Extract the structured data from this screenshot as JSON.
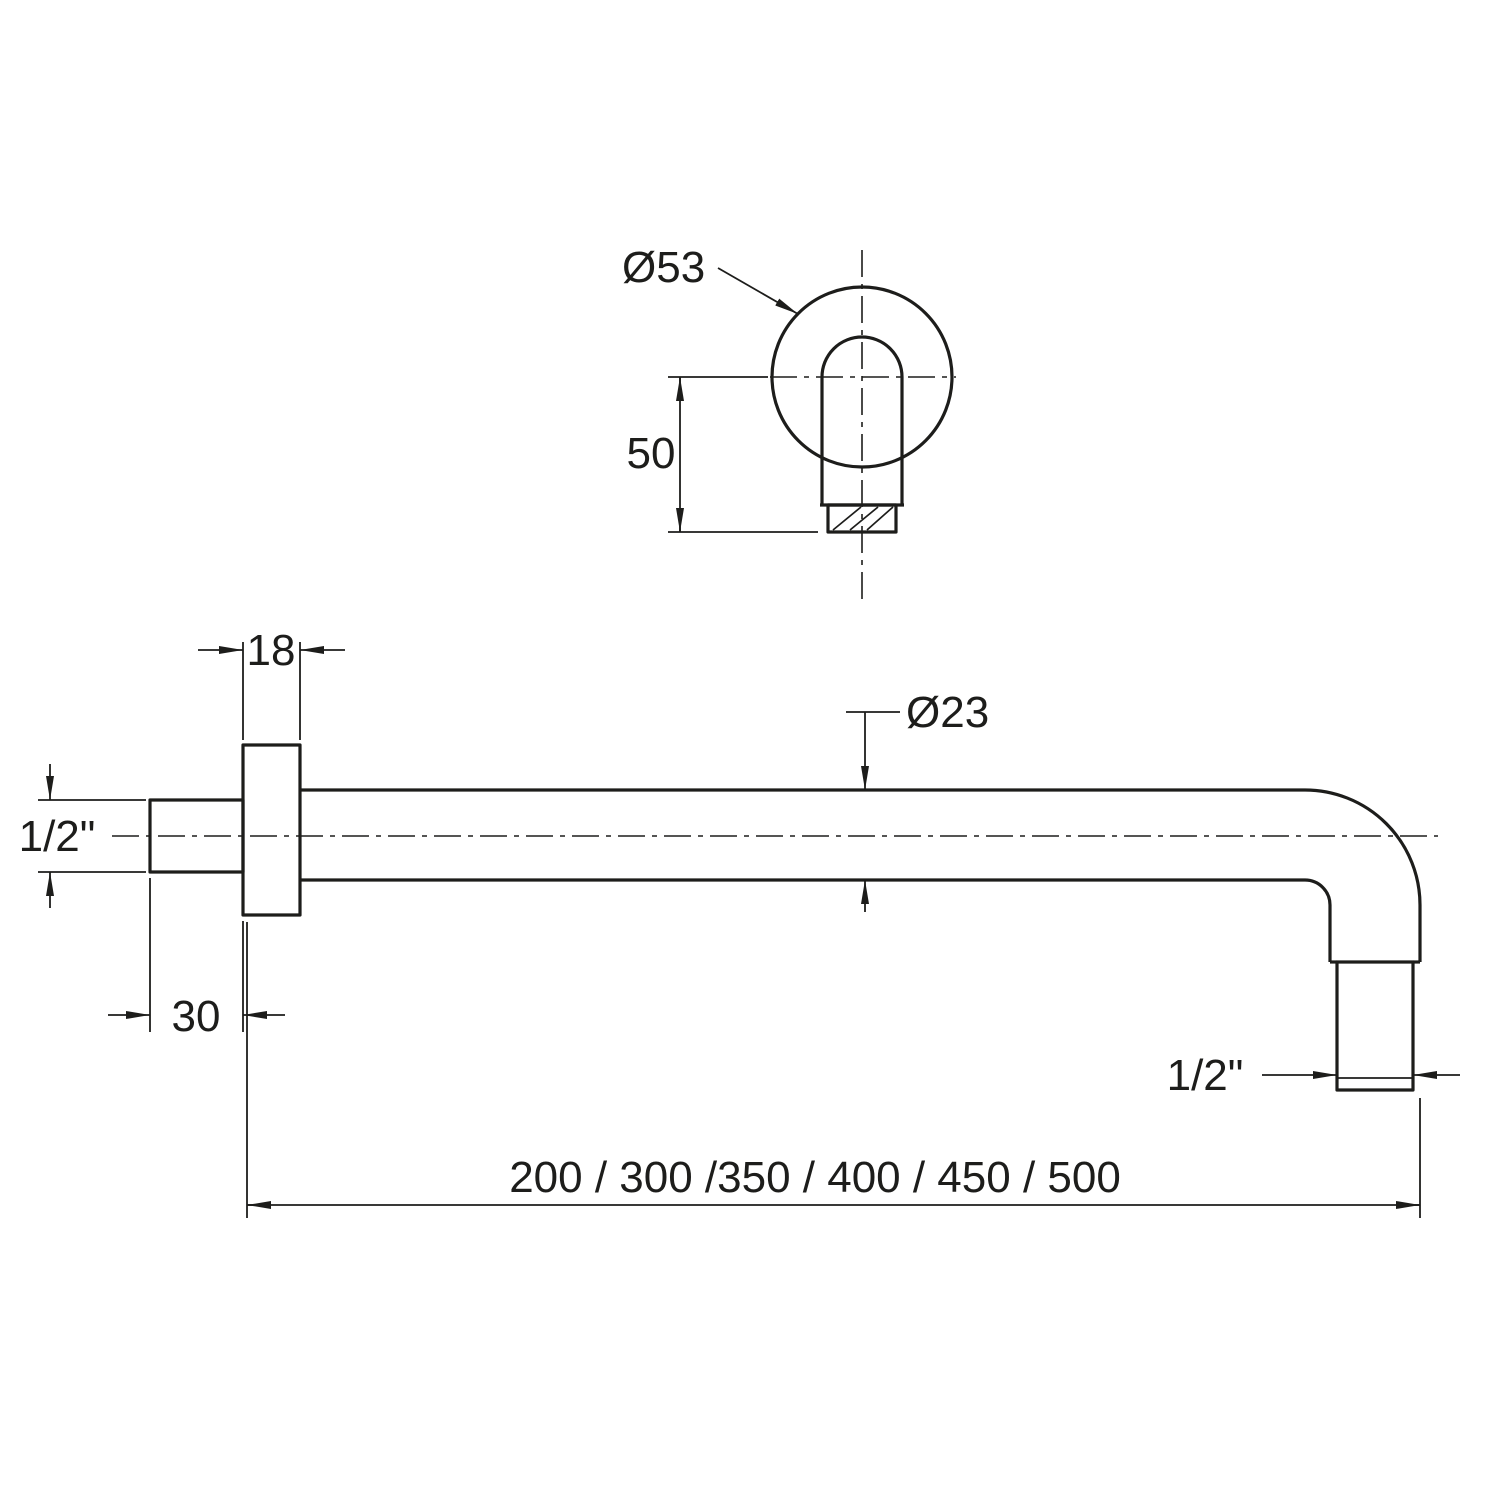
{
  "colors": {
    "line": "#1d1d1b",
    "background": "#ffffff"
  },
  "front_view": {
    "flange_diameter": "Ø53",
    "center_to_end": "50"
  },
  "side_view": {
    "flange_width": "18",
    "arm_diameter": "Ø23",
    "inlet_thread": "1/2\"",
    "wall_depth": "30",
    "outlet_thread": "1/2\"",
    "arm_lengths": "200 / 300 /350 / 400 / 450 / 500"
  }
}
